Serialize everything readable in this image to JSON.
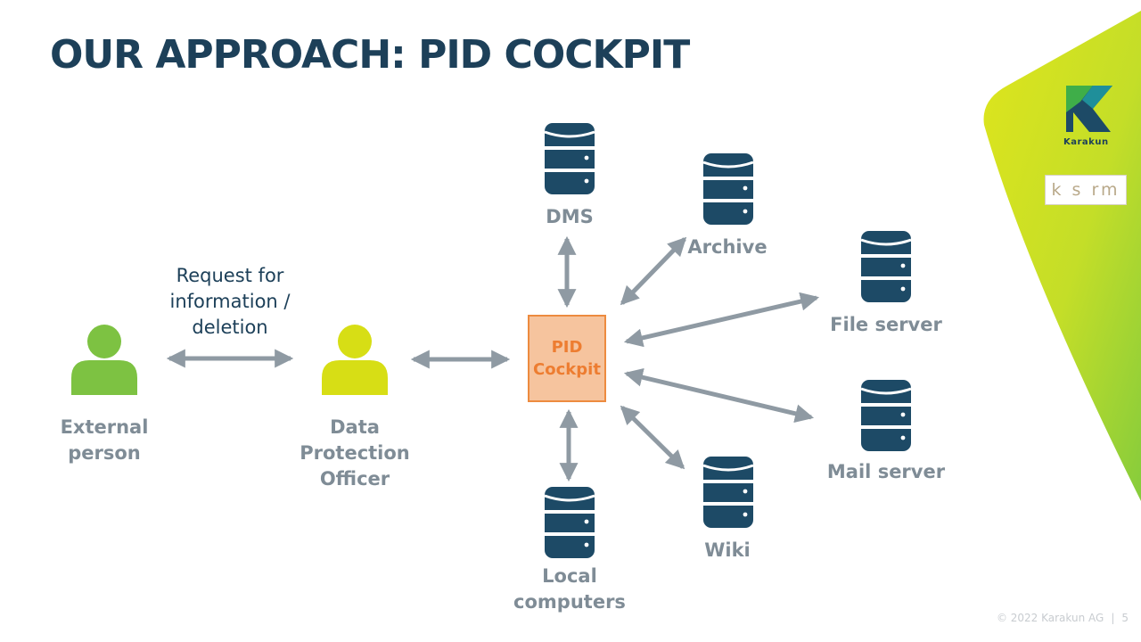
{
  "title": "OUR APPROACH: PID COCKPIT",
  "brand": {
    "logo_text": "Karakun",
    "partner_logo_text": "k s rm"
  },
  "persons": [
    {
      "label_lines": [
        "External",
        "person"
      ],
      "color": "#7dc242"
    },
    {
      "label_lines": [
        "Data",
        "Protection",
        "Officer"
      ],
      "color": "#d7de15"
    }
  ],
  "request_label_lines": [
    "Request for",
    "information /",
    "deletion"
  ],
  "hub": {
    "label_lines": [
      "PID",
      "Cockpit"
    ]
  },
  "sources": [
    {
      "label_lines": [
        "DMS"
      ]
    },
    {
      "label_lines": [
        "Archive"
      ]
    },
    {
      "label_lines": [
        "File server"
      ]
    },
    {
      "label_lines": [
        "Mail server"
      ]
    },
    {
      "label_lines": [
        "Wiki"
      ]
    },
    {
      "label_lines": [
        "Local",
        "computers"
      ]
    }
  ],
  "footer": {
    "copyright": "© 2022 Karakun AG",
    "page": "5"
  },
  "colors": {
    "title": "#1d4059",
    "database": "#1d4a66",
    "arrow": "#8f9aa3",
    "label": "#7f8c96",
    "hub_fill": "#f6c49e",
    "hub_border": "#ed8b3f",
    "hub_text": "#ed7d31",
    "accent_gradient_start": "#d9e21e",
    "accent_gradient_end": "#8fcf3a"
  }
}
